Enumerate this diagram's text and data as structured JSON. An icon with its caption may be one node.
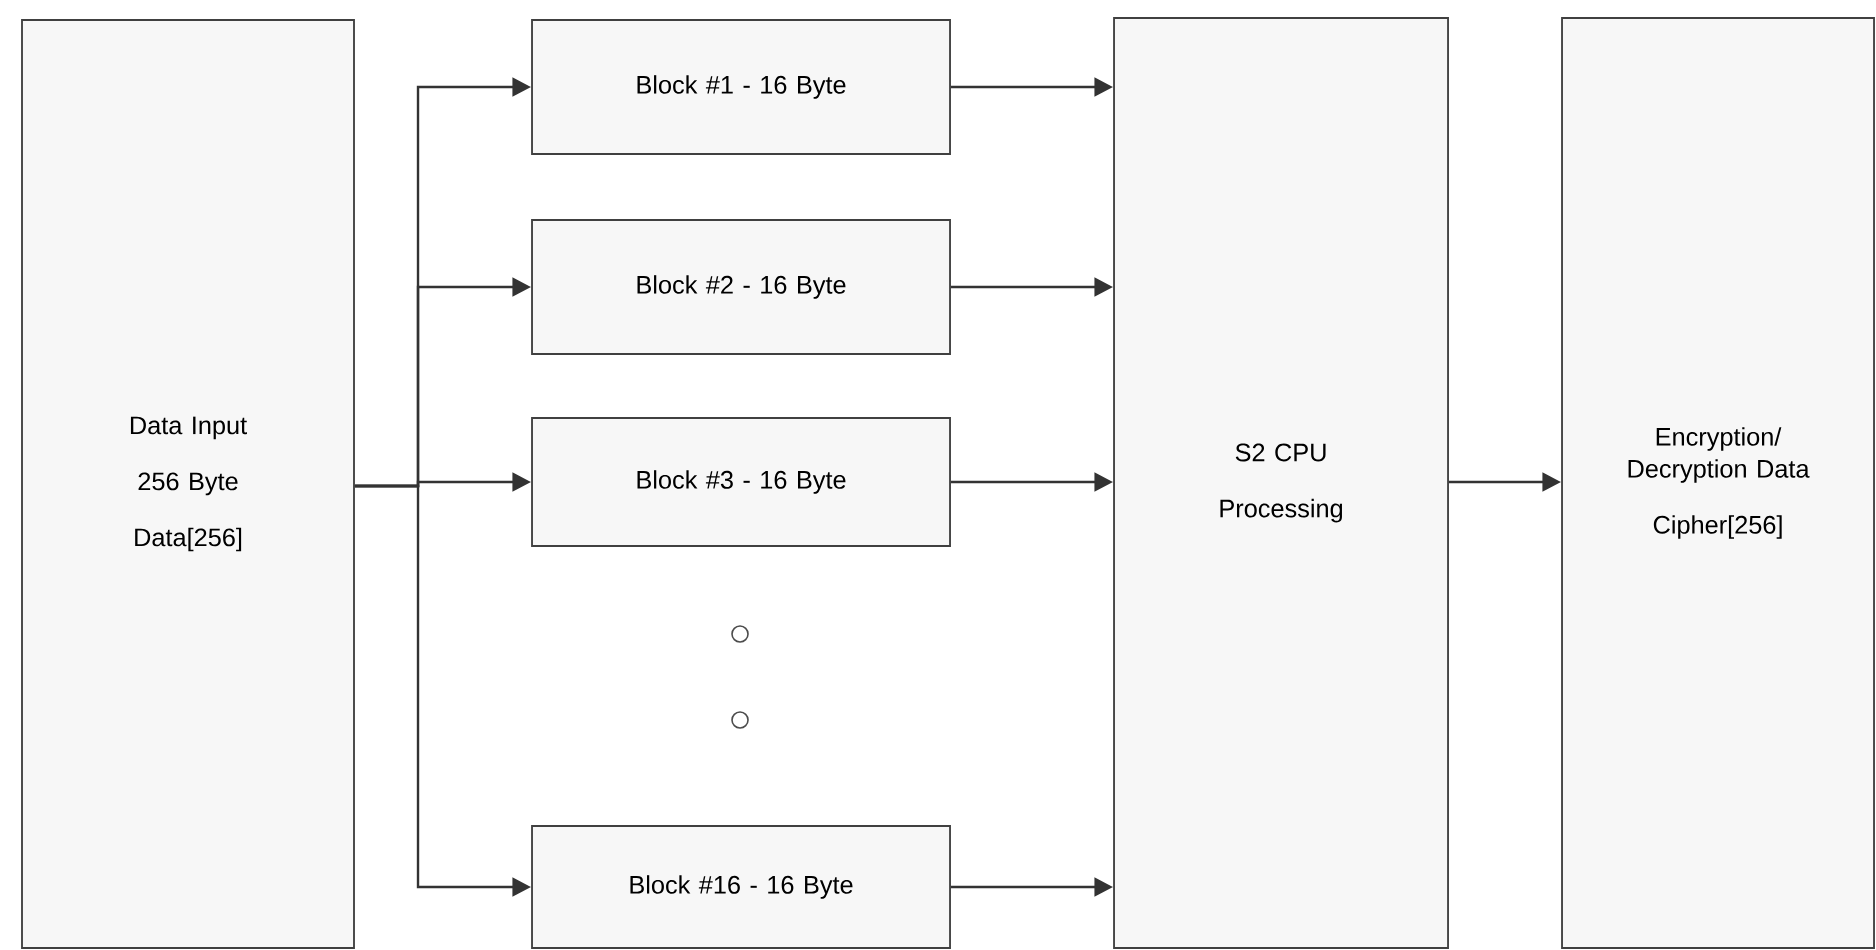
{
  "diagram": {
    "nodes": [
      {
        "text": [
          "Data Input",
          "256 Byte",
          "Data[256]"
        ]
      },
      {
        "text": [
          "Block #1  - 16 Byte"
        ]
      },
      {
        "text": [
          "Block #2  - 16 Byte"
        ]
      },
      {
        "text": [
          "Block #3  - 16 Byte"
        ]
      },
      {
        "text": [
          "Block #16  - 16 Byte"
        ]
      },
      {
        "text": [
          "S2 CPU",
          "Processing"
        ]
      },
      {
        "text": [
          "Encryption/ Decryption Data",
          "Cipher[256]"
        ]
      }
    ],
    "edges": [
      {
        "from": 0,
        "to": 1,
        "arrow": "to"
      },
      {
        "from": 0,
        "to": 2,
        "arrow": "to"
      },
      {
        "from": 0,
        "to": 3,
        "arrow": "to"
      },
      {
        "from": 0,
        "to": 4,
        "arrow": "to"
      },
      {
        "from": 1,
        "to": 5,
        "arrow": "to"
      },
      {
        "from": 2,
        "to": 5,
        "arrow": "to"
      },
      {
        "from": 3,
        "to": 5,
        "arrow": "to"
      },
      {
        "from": 4,
        "to": 5,
        "arrow": "to"
      },
      {
        "from": 5,
        "to": 6,
        "arrow": "to"
      }
    ]
  }
}
